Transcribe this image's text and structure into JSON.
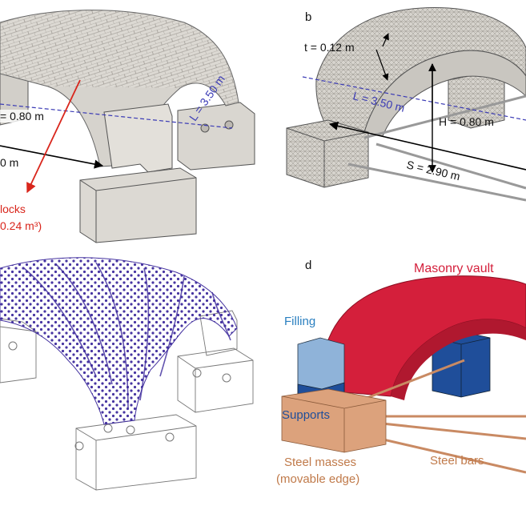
{
  "panels": {
    "a": {
      "dim_h": "= 0.80 m",
      "dim_l": "L = 3.50 m",
      "dim_s": "0 m",
      "blocks_line1": "locks",
      "blocks_line2": "0.24 m³)"
    },
    "b": {
      "letter": "b",
      "t": "t = 0.12 m",
      "l": "L = 3.50 m",
      "h": "H = 0.80 m",
      "s": "S = 2.90 m"
    },
    "c": {},
    "d": {
      "letter": "d",
      "vault": "Masonry vault",
      "filling": "Filling",
      "supports": "Supports",
      "masses_line1": "Steel masses",
      "masses_line2": "(movable edge)",
      "bars": "Steel bars"
    }
  },
  "colors": {
    "stone": "#d9d6d0",
    "stone_dark": "#b9b5ae",
    "grid": "#8f8a83",
    "dim_blue": "#3b3bb5",
    "red_arrow": "#d9261c",
    "particles": "#3d2a9c",
    "vault_red": "#d41f3b",
    "filling_blue": "#1f4e9a",
    "filling_light": "#8fb3d9",
    "mass_copper": "#dca27c",
    "bar_copper": "#c98a63",
    "label_blue": "#2a7fc0",
    "label_copper": "#c07a4a"
  }
}
